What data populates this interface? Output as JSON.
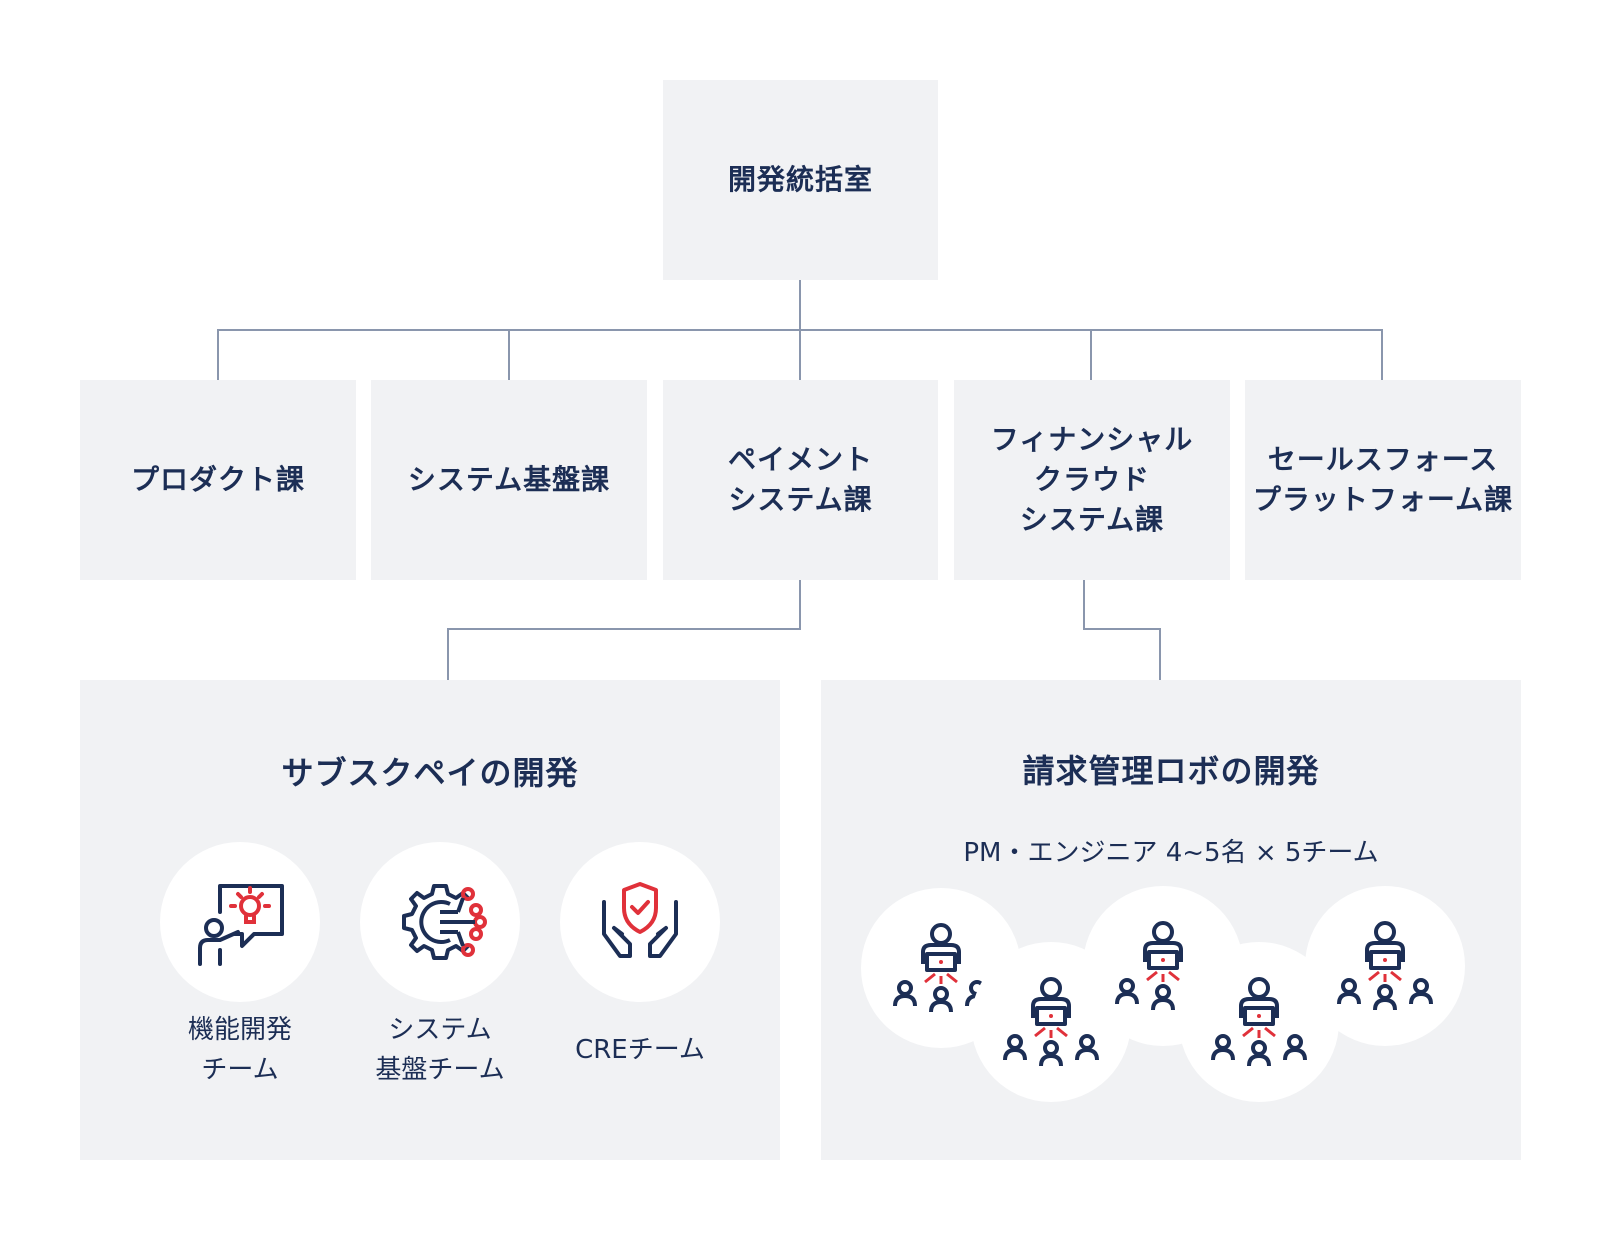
{
  "root": {
    "label": "開発統括室"
  },
  "divisions": [
    {
      "label": "プロダクト課"
    },
    {
      "label": "システム基盤課"
    },
    {
      "label": "ペイメント\nシステム課"
    },
    {
      "label": "フィナンシャル\nクラウド\nシステム課"
    },
    {
      "label": "セールスフォース\nプラットフォーム課"
    }
  ],
  "projects": [
    {
      "title": "サブスクペイの開発",
      "teams": [
        {
          "label": "機能開発\nチーム",
          "icon": "presentation-lightbulb-icon"
        },
        {
          "label": "システム\n基盤チーム",
          "icon": "gear-circuit-icon"
        },
        {
          "label": "CREチーム",
          "icon": "hands-shield-icon"
        }
      ]
    },
    {
      "title": "請求管理ロボの開発",
      "subtitle": "PM・エンジニア 4~5名 × 5チーム",
      "team_icon": "engineer-team-icon",
      "team_count": 5
    }
  ],
  "colors": {
    "navy": "#1c2e55",
    "accent": "#e0313a",
    "box": "#f1f2f4",
    "line": "#8a96ad"
  }
}
